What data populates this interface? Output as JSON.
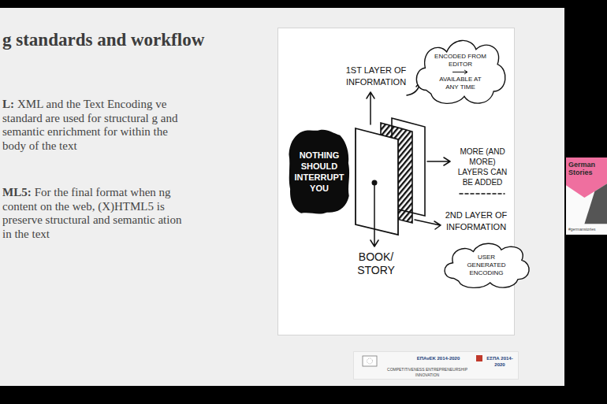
{
  "diagram": {
    "title": "g standards and workflow",
    "nodes": [
      {
        "text": [
          "NOTHING SHOULD INTERRUPT YOU"
        ]
      },
      {
        "text": [
          "ENCODED FROM EDITOR",
          "AVAILABLE AT ANY TIME"
        ]
      },
      {
        "text": [
          "USER GENERATED ENCODING"
        ]
      },
      {
        "text": [
          "German Stories",
          "#germanstories"
        ]
      }
    ],
    "labels": [
      "L:",
      "XML and the Text Encoding ve standard are used for structural g and semantic enrichment for within the body of the text",
      "ML5:",
      "For the final format when ng content on the web, (X)HTML5 is preserve structural and semantic ation in the text",
      "1ST LAYER OF INFORMATION",
      "MORE (AND MORE) LAYERS CAN BE ADDED",
      "2ND LAYER OF INFORMATION",
      "BOOK/ STORY",
      "ΕΠΑνΕΚ 2014-2020",
      "COMPETITIVENESS ENTREPRENEURSHIP INNOVATION",
      "ΕΣΠΑ 2014-2020"
    ]
  }
}
